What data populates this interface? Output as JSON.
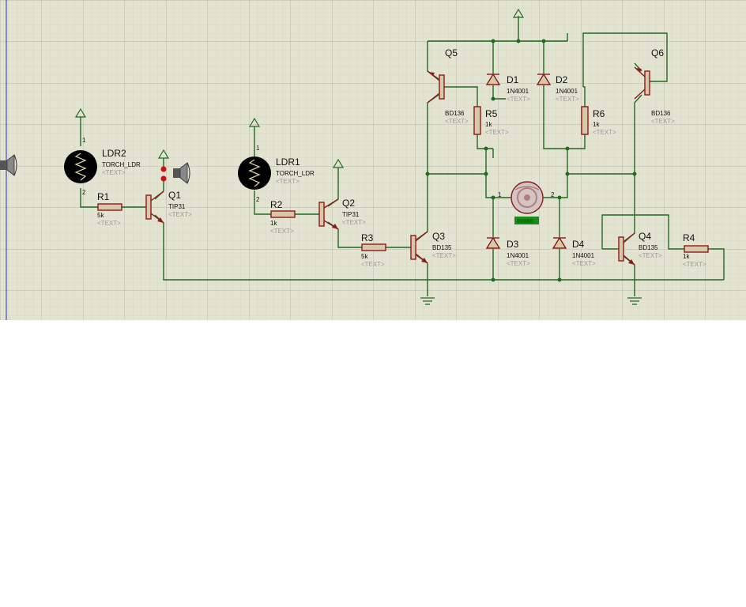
{
  "components": {
    "ldr2": {
      "ref": "LDR2",
      "model": "TORCH_LDR",
      "text": "<TEXT>",
      "pin_top": "1",
      "pin_bottom": "2"
    },
    "ldr1": {
      "ref": "LDR1",
      "model": "TORCH_LDR",
      "text": "<TEXT>",
      "pin_top": "1",
      "pin_bottom": "2"
    },
    "r1": {
      "ref": "R1",
      "value": "5k",
      "text": "<TEXT>"
    },
    "r2": {
      "ref": "R2",
      "value": "1k",
      "text": "<TEXT>"
    },
    "r3": {
      "ref": "R3",
      "value": "5k",
      "text": "<TEXT>"
    },
    "r4": {
      "ref": "R4",
      "value": "1k",
      "text": "<TEXT>"
    },
    "r5": {
      "ref": "R5",
      "value": "1k",
      "text": "<TEXT>"
    },
    "r6": {
      "ref": "R6",
      "value": "1k",
      "text": "<TEXT>"
    },
    "q1": {
      "ref": "Q1",
      "model": "TIP31",
      "text": "<TEXT>"
    },
    "q2": {
      "ref": "Q2",
      "model": "TIP31",
      "text": "<TEXT>"
    },
    "q3": {
      "ref": "Q3",
      "model": "BD135",
      "text": "<TEXT>"
    },
    "q4": {
      "ref": "Q4",
      "model": "BD135",
      "text": "<TEXT>"
    },
    "q5": {
      "ref": "Q5",
      "model": "BD136",
      "text": "<TEXT>"
    },
    "q6": {
      "ref": "Q6",
      "model": "BD136",
      "text": "<TEXT>"
    },
    "d1": {
      "ref": "D1",
      "model": "1N4001",
      "text": "<TEXT>"
    },
    "d2": {
      "ref": "D2",
      "model": "1N4001",
      "text": "<TEXT>"
    },
    "d3": {
      "ref": "D3",
      "model": "1N4001",
      "text": "<TEXT>"
    },
    "d4": {
      "ref": "D4",
      "model": "1N4001",
      "text": "<TEXT>"
    },
    "motor": {
      "pin1": "1",
      "pin2": "2",
      "readout": "00000"
    }
  },
  "colors": {
    "canvas": "#e3e3d1",
    "grid_minor": "#cfcfbd",
    "grid_major": "#b8b8a6",
    "wire": "#1f6b1f",
    "component": "#8b1a1a",
    "component_fill": "#d8c8a8",
    "ldr_body": "#000000",
    "motor_readout_bg": "#1a8c1a"
  }
}
